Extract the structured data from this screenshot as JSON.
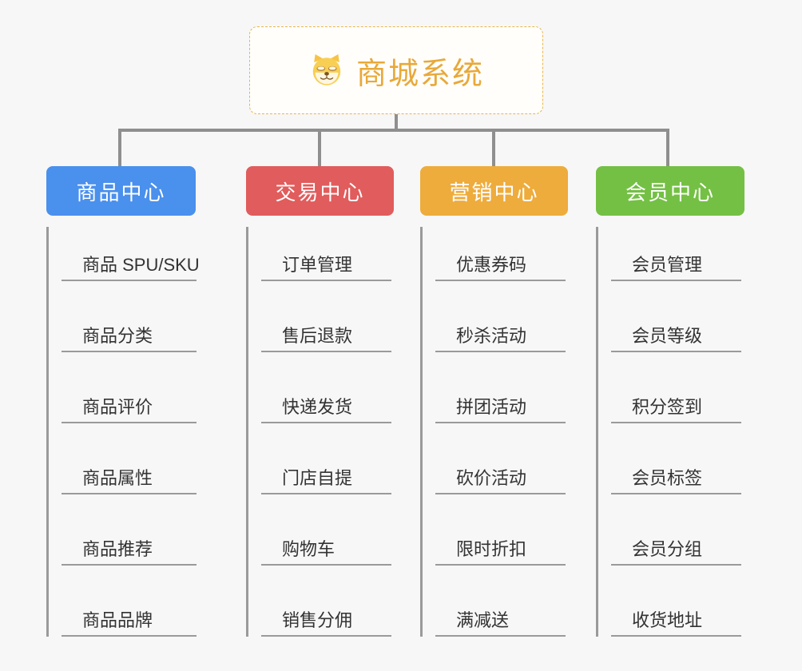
{
  "root": {
    "title": "商城系统",
    "icon": "dog-face-icon",
    "border_color": "#e8b54a",
    "text_color": "#e8a93a",
    "background": "#fffefb"
  },
  "canvas": {
    "background": "#f7f7f7",
    "connector_color": "#8f8f8f",
    "spine_color": "#9a9a9a",
    "leaf_text_color": "#333333"
  },
  "branches": [
    {
      "label": "商品中心",
      "color": "#4a90ed",
      "items": [
        "商品 SPU/SKU",
        "商品分类",
        "商品评价",
        "商品属性",
        "商品推荐",
        "商品品牌"
      ]
    },
    {
      "label": "交易中心",
      "color": "#e15c5c",
      "items": [
        "订单管理",
        "售后退款",
        "快递发货",
        "门店自提",
        "购物车",
        "销售分佣"
      ]
    },
    {
      "label": "营销中心",
      "color": "#eeac3c",
      "items": [
        "优惠券码",
        "秒杀活动",
        "拼团活动",
        "砍价活动",
        "限时折扣",
        "满减送"
      ]
    },
    {
      "label": "会员中心",
      "color": "#74c044",
      "items": [
        "会员管理",
        "会员等级",
        "积分签到",
        "会员标签",
        "会员分组",
        "收货地址"
      ]
    }
  ]
}
